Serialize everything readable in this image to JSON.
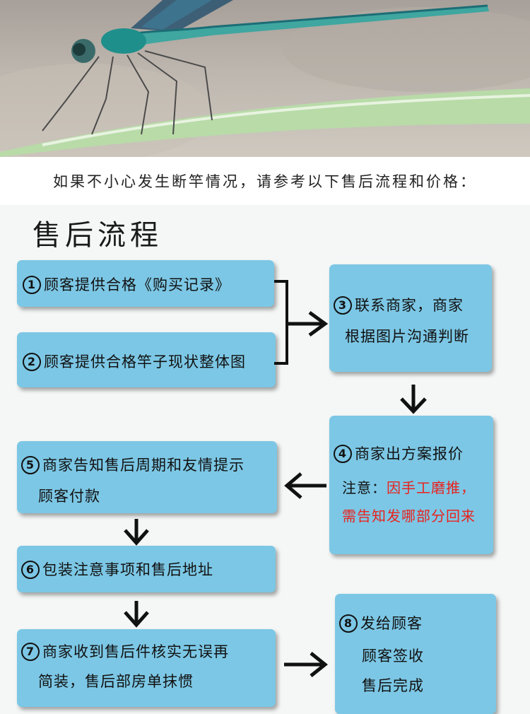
{
  "intro_text": "如果不小心发生断竿情况，请参考以下售后流程和价格：",
  "title": "售后流程",
  "steps": [
    {
      "num": "1",
      "lines": [
        "顾客提供合格《购买记录》"
      ]
    },
    {
      "num": "2",
      "lines": [
        "顾客提供合格竿子现状整体图"
      ]
    },
    {
      "num": "3",
      "lines": [
        "联系商家，商家",
        "根据图片沟通判断"
      ]
    },
    {
      "num": "4",
      "lines": [
        "商家出方案报价"
      ],
      "note_label": "注意：",
      "note_red": [
        "因手工磨推，",
        "需告知发哪部分回来"
      ]
    },
    {
      "num": "5",
      "lines": [
        "商家告知售后周期和友情提示",
        "顾客付款"
      ]
    },
    {
      "num": "6",
      "lines": [
        "包装注意事项和售后地址"
      ]
    },
    {
      "num": "7",
      "lines": [
        "商家收到售后件核实无误再",
        "简装，售后部房单抹惯"
      ]
    },
    {
      "num": "8",
      "lines": [
        "发给顾客",
        "顾客签收",
        "售后完成"
      ]
    }
  ],
  "colors": {
    "box": "#7cc7e5",
    "note": "#e8231e",
    "arrow": "#111111"
  }
}
